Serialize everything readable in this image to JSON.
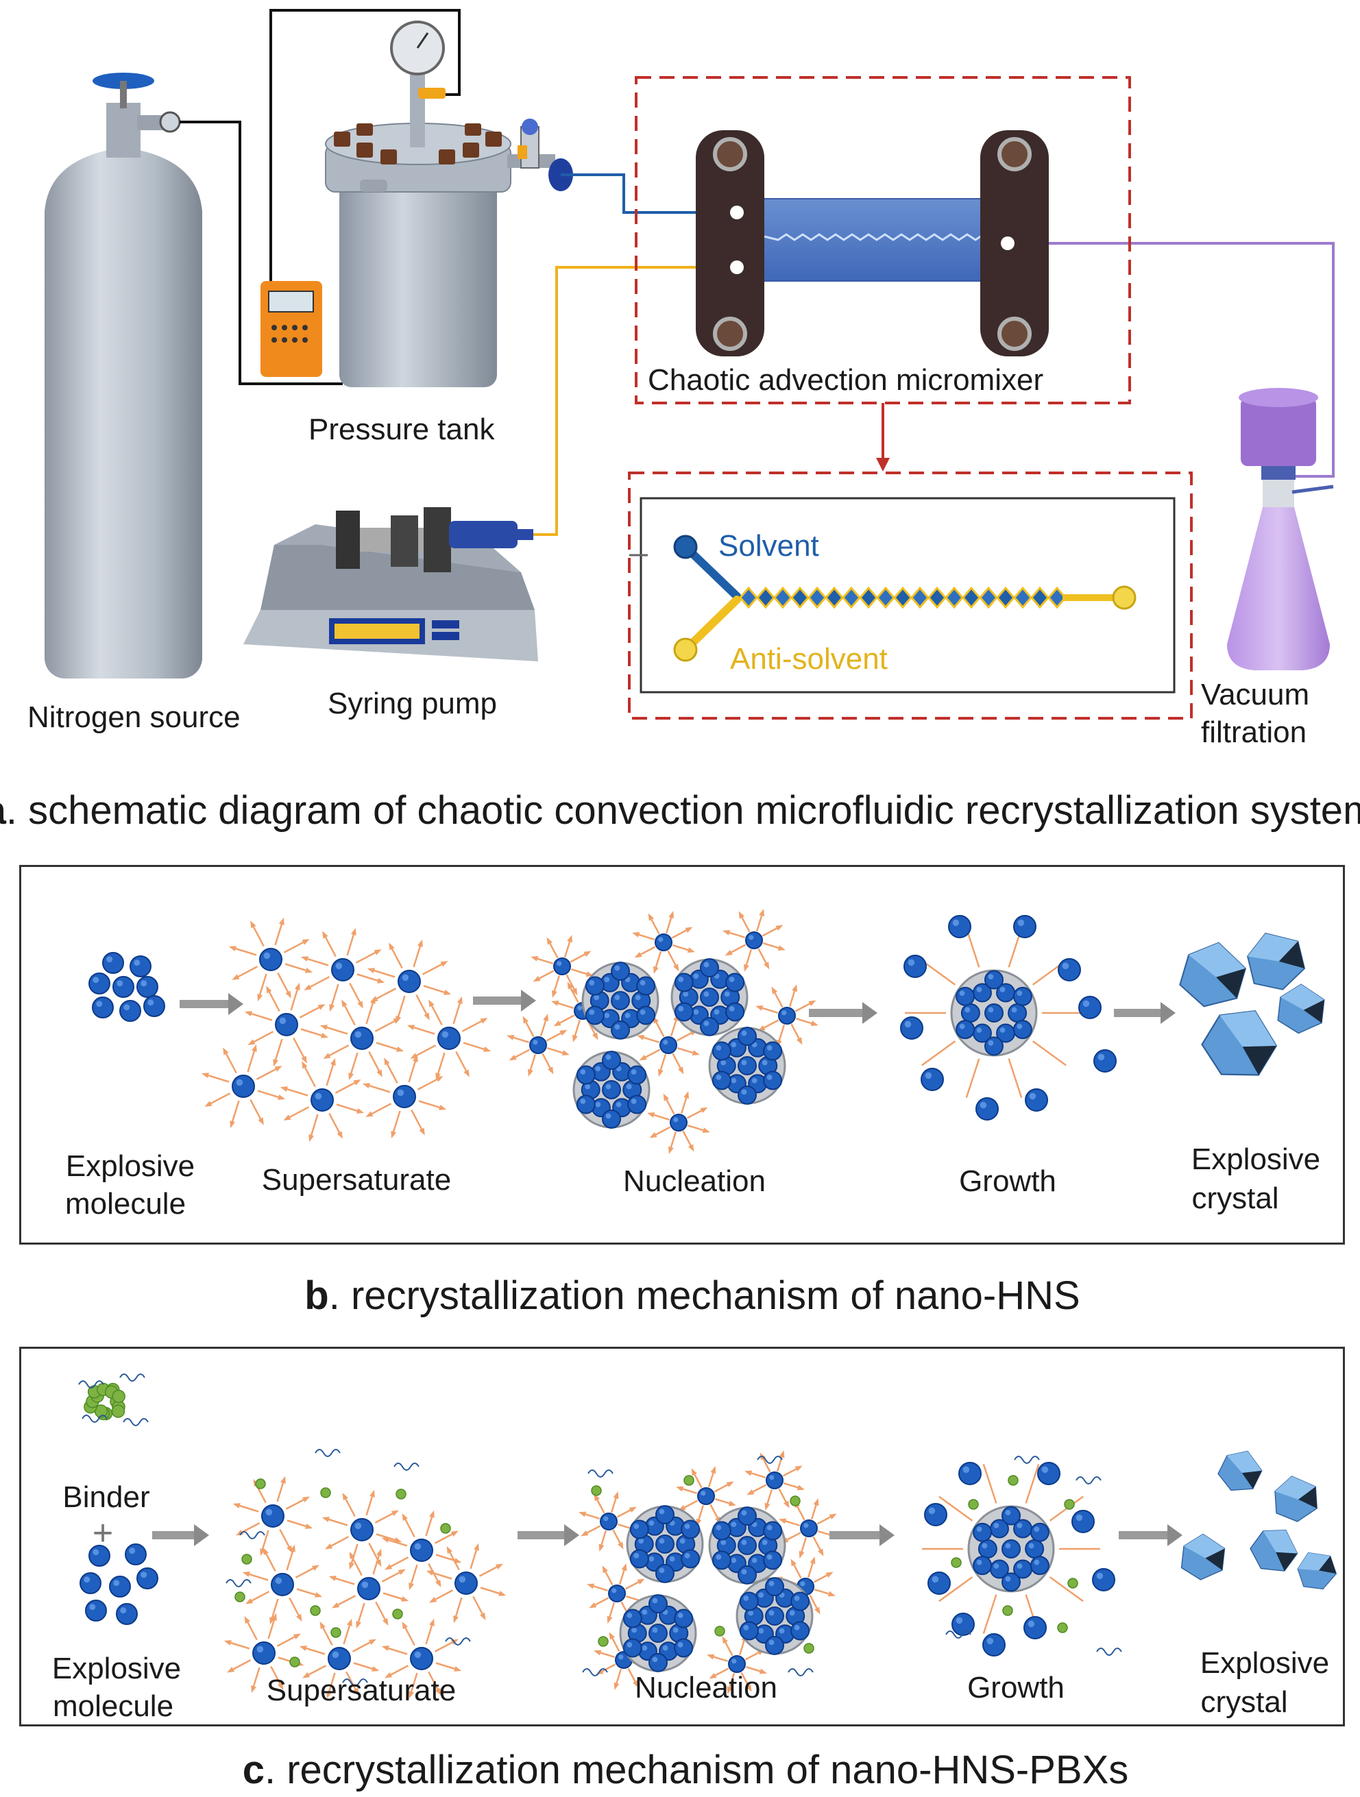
{
  "panel_a": {
    "labels": {
      "nitrogen": "Nitrogen source",
      "pressure_tank": "Pressure tank",
      "syringe_pump": "Syring pump",
      "micromixer": "Chaotic advection micromixer",
      "solvent": "Solvent",
      "anti_solvent": "Anti-solvent",
      "vacuum_line1": "Vacuum",
      "vacuum_line2": "filtration"
    },
    "caption_letter": "a",
    "caption_text": ". schematic diagram of chaotic convection microfluidic recrystallization system"
  },
  "panel_b": {
    "stages": [
      {
        "line1": "Explosive",
        "line2": "molecule"
      },
      {
        "line1": "Supersaturate",
        "line2": ""
      },
      {
        "line1": "Nucleation",
        "line2": ""
      },
      {
        "line1": "Growth",
        "line2": ""
      },
      {
        "line1": "Explosive",
        "line2": "crystal"
      }
    ],
    "caption_letter": "b",
    "caption_text": ". recrystallization mechanism of nano-HNS"
  },
  "panel_c": {
    "binder": "Binder",
    "plus": "+",
    "stages": [
      {
        "line1": "Explosive",
        "line2": "molecule"
      },
      {
        "line1": "Supersaturate",
        "line2": ""
      },
      {
        "line1": "Nucleation",
        "line2": ""
      },
      {
        "line1": "Growth",
        "line2": ""
      },
      {
        "line1": "Explosive",
        "line2": "crystal"
      }
    ],
    "caption_letter": "c",
    "caption_text": ". recrystallization mechanism of nano-HNS-PBXs"
  },
  "colors": {
    "molecule_blue": "#1f5fbf",
    "binder_green": "#7cb342",
    "arrow_orange": "#f0a06a",
    "dashed_red": "#c0302a",
    "solvent_blue": "#1f5ea8",
    "antisolvent_yellow": "#f0c020",
    "vacuum_purple": "#9b6fd0"
  }
}
